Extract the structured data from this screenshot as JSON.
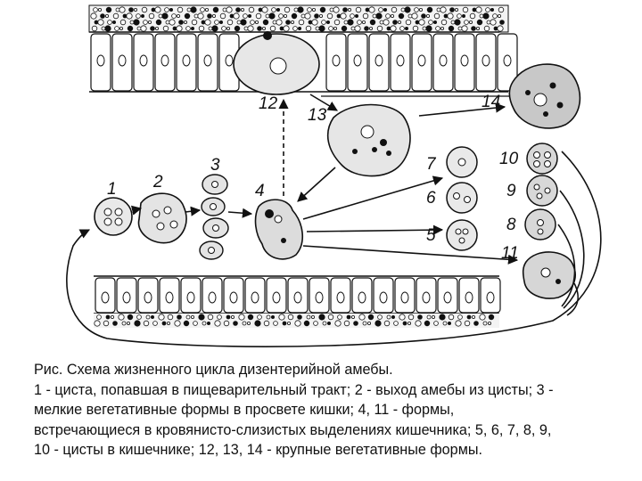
{
  "figure": {
    "stage_labels": [
      "1",
      "2",
      "3",
      "4",
      "5",
      "6",
      "7",
      "8",
      "9",
      "10",
      "11",
      "12",
      "13",
      "14"
    ]
  },
  "caption": {
    "lines": [
      "Рис. Схема жизненного цикла дизентерийной амебы.",
      "1 - циста, попавшая в пищеварительный тракт; 2 - выход амебы из цисты; 3 -",
      "мелкие вегетативные формы в просвете кишки; 4, 11 - формы,",
      "встречающиеся в кровянисто-слизистых выделениях кишечника; 5, 6, 7, 8, 9,",
      "10 - цисты в кишечнике; 12, 13, 14 - крупные вегетативные формы."
    ]
  }
}
